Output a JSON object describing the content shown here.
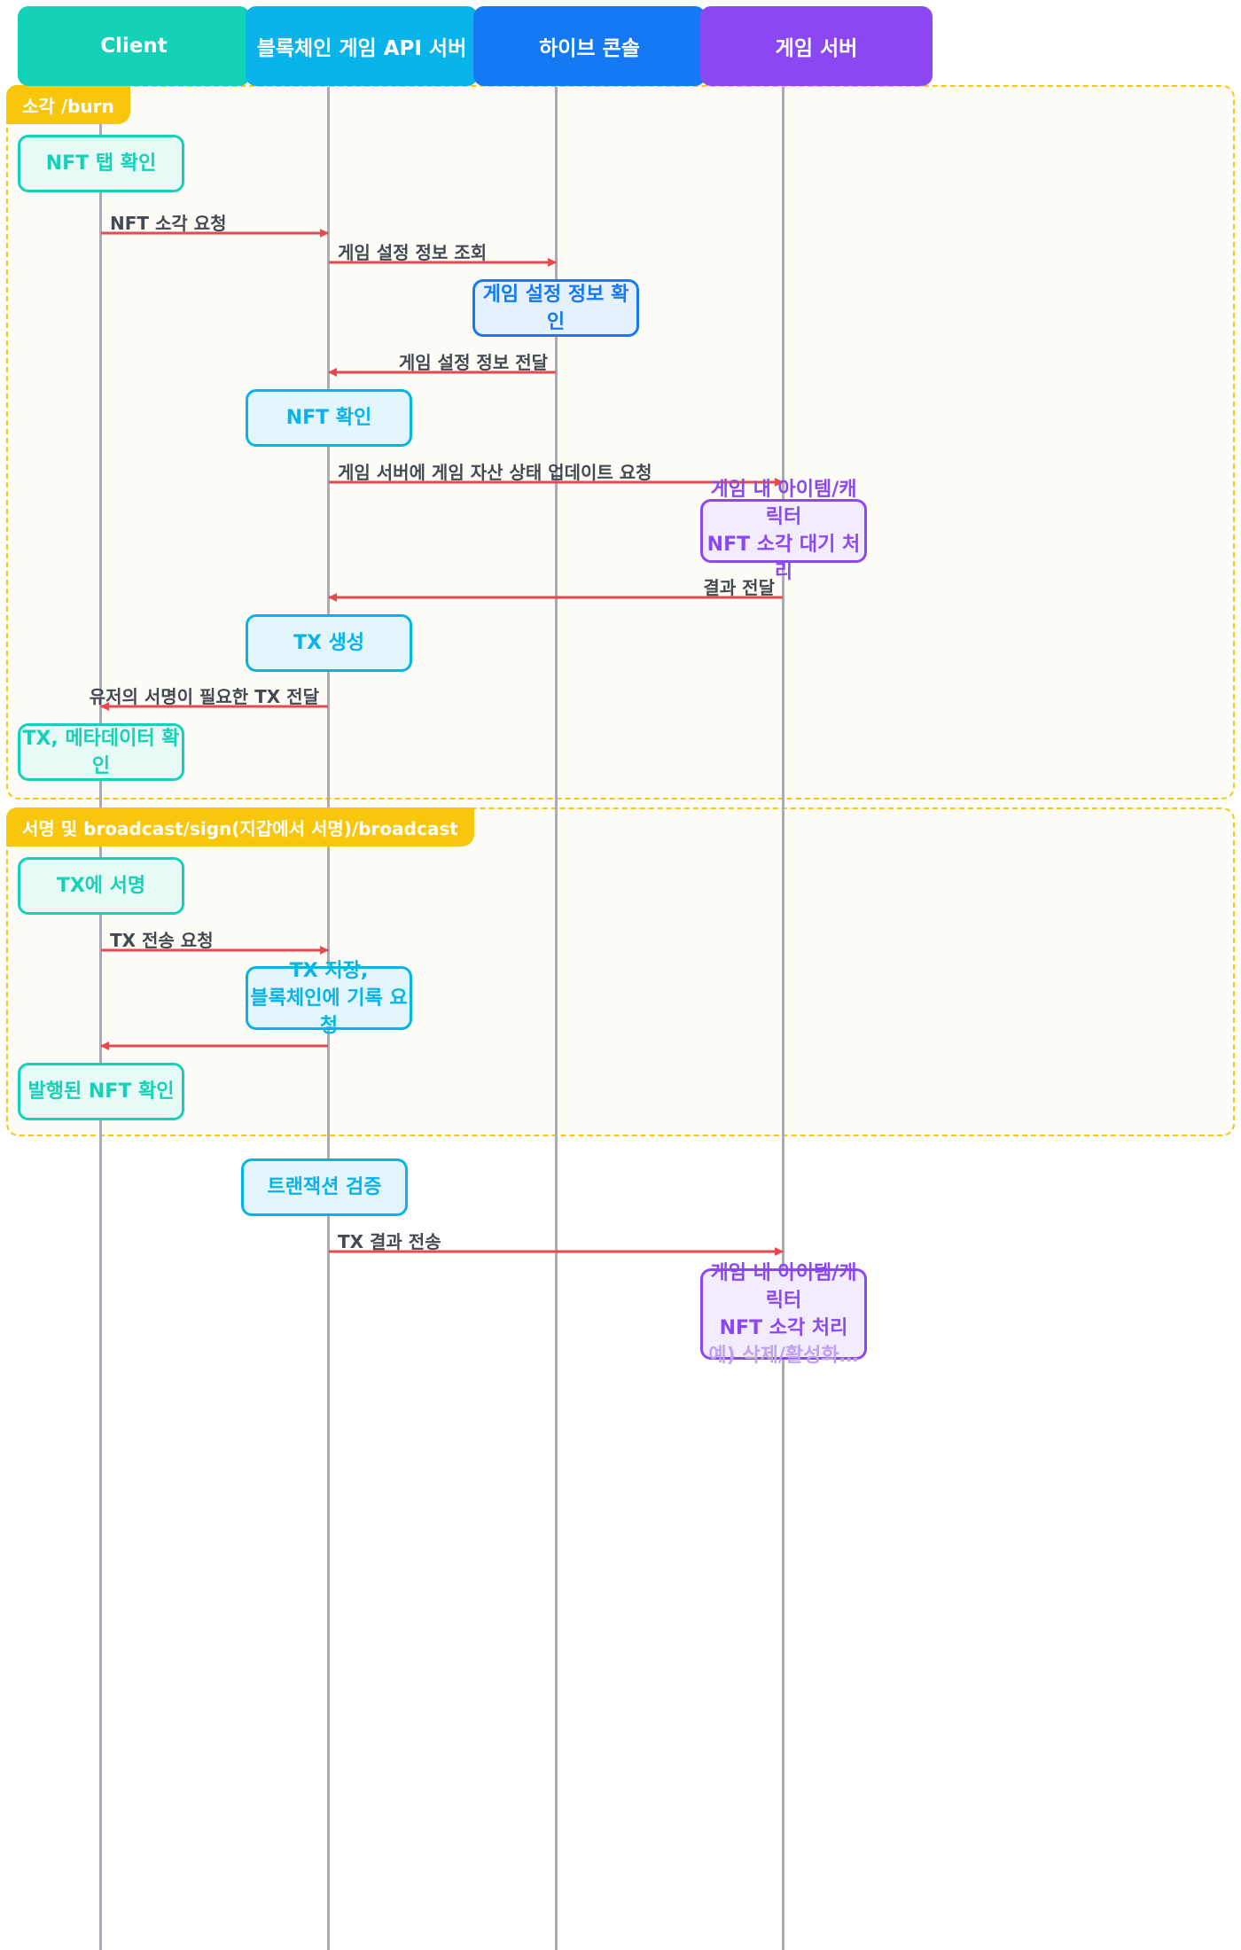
{
  "colors": {
    "client": "#14d2b8",
    "api": "#07b3e8",
    "hive": "#1579f3",
    "game": "#8b48f2",
    "group": "#f8c70b",
    "arrow": "#e8484f",
    "lifeline": "#a9adb3"
  },
  "actors": {
    "client": "Client",
    "api": "블록체인 게임 API 서버",
    "hive": "하이브 콘솔",
    "game": "게임 서버"
  },
  "groups": {
    "burn": "소각 /burn",
    "sign": "서명 및 broadcast/sign(지갑에서 서명)/broadcast"
  },
  "boxes": {
    "nft_tab": "NFT 탭 확인",
    "game_settings_check": "게임 설정 정보 확인",
    "nft_check": "NFT 확인",
    "burn_pending_line1": "게임 내 아이템/캐릭터",
    "burn_pending_line2": "NFT 소각 대기 처리",
    "tx_create": "TX 생성",
    "tx_meta_check": "TX, 메타데이터 확인",
    "tx_sign": "TX에 서명",
    "tx_store_line1": "TX 저장,",
    "tx_store_line2": "블록체인에 기록 요청",
    "issued_nft_check": "발행된 NFT 확인",
    "tx_verify": "트랜잭션 검증",
    "burn_done_line1": "게임 내 아이템/캐릭터",
    "burn_done_line2": "NFT 소각 처리",
    "burn_done_line3": "예) 삭제/활성화…"
  },
  "messages": {
    "burn_request": "NFT 소각 요청",
    "settings_query": "게임 설정 정보 조회",
    "settings_deliver": "게임 설정 정보 전달",
    "asset_update_request": "게임 서버에 게임 자산 상태 업데이트 요청",
    "result_deliver": "결과 전달",
    "tx_for_signature": "유저의 서명이 필요한 TX 전달",
    "tx_send_request": "TX 전송 요청",
    "tx_result_send": "TX 결과 전송"
  }
}
